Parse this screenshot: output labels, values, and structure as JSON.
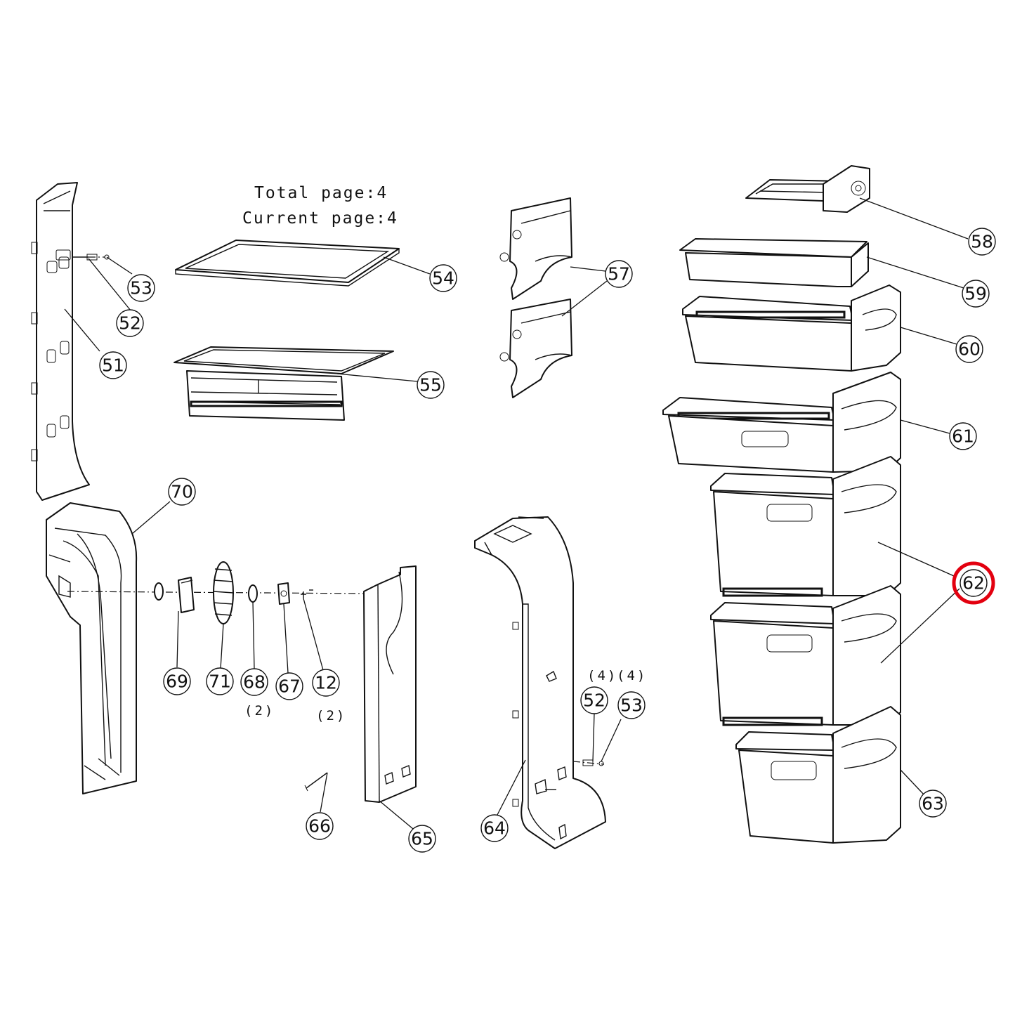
{
  "page_note": {
    "total_line": "Total  page:4",
    "current_line": "Current page:4"
  },
  "highlight_color": "#e3000f",
  "callouts": {
    "c51": "51",
    "c52a": "52",
    "c53a": "53",
    "c54": "54",
    "c55": "55",
    "c57": "57",
    "c58": "58",
    "c59": "59",
    "c60": "60",
    "c61": "61",
    "c62": "62",
    "c63": "63",
    "c64": "64",
    "c65": "65",
    "c66": "66",
    "c67": "67",
    "c68": "68",
    "c69": "69",
    "c70": "70",
    "c71": "71",
    "c12": "12",
    "c52b": "52",
    "c53b": "53"
  },
  "quantities": {
    "q68": "(2)",
    "q12": "(2)",
    "q52": "(4)",
    "q53": "(4)"
  },
  "highlighted_callout": "62"
}
